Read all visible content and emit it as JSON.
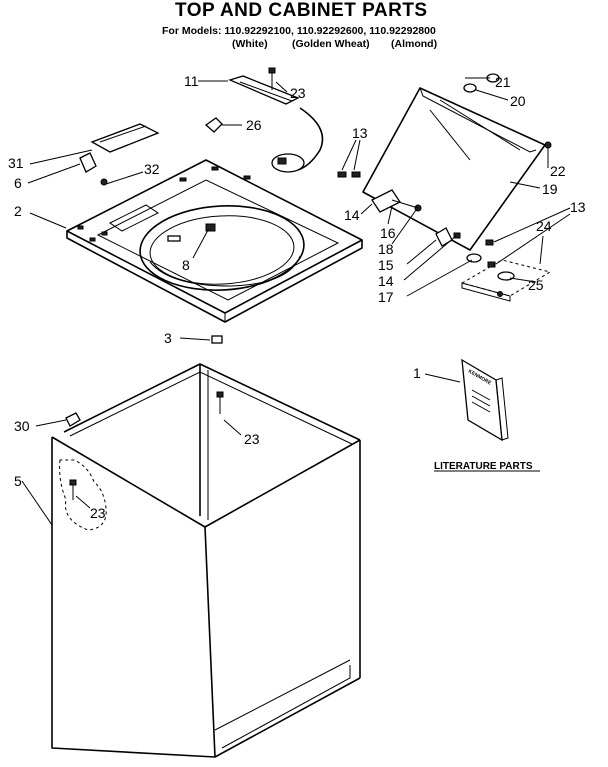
{
  "header": {
    "title": "TOP AND CABINET PARTS",
    "models_line": "For Models: 110.92292100, 110.92292600, 110.92292800",
    "variant_white": "(White)",
    "variant_golden": "(Golden Wheat)",
    "variant_almond": "(Almond)"
  },
  "callouts": {
    "c1": "1",
    "c2": "2",
    "c3": "3",
    "c5": "5",
    "c6": "6",
    "c8": "8",
    "c11": "11",
    "c13a": "13",
    "c13b": "13",
    "c14a": "14",
    "c14b": "14",
    "c15": "15",
    "c16": "16",
    "c17": "17",
    "c18": "18",
    "c19": "19",
    "c20": "20",
    "c21": "21",
    "c22": "22",
    "c23a": "23",
    "c23b": "23",
    "c23c": "23",
    "c24": "24",
    "c25": "25",
    "c26": "26",
    "c30": "30",
    "c31": "31",
    "c32": "32"
  },
  "literature_label": "LITERATURE PARTS",
  "manual_cover_text": "KENMORE"
}
